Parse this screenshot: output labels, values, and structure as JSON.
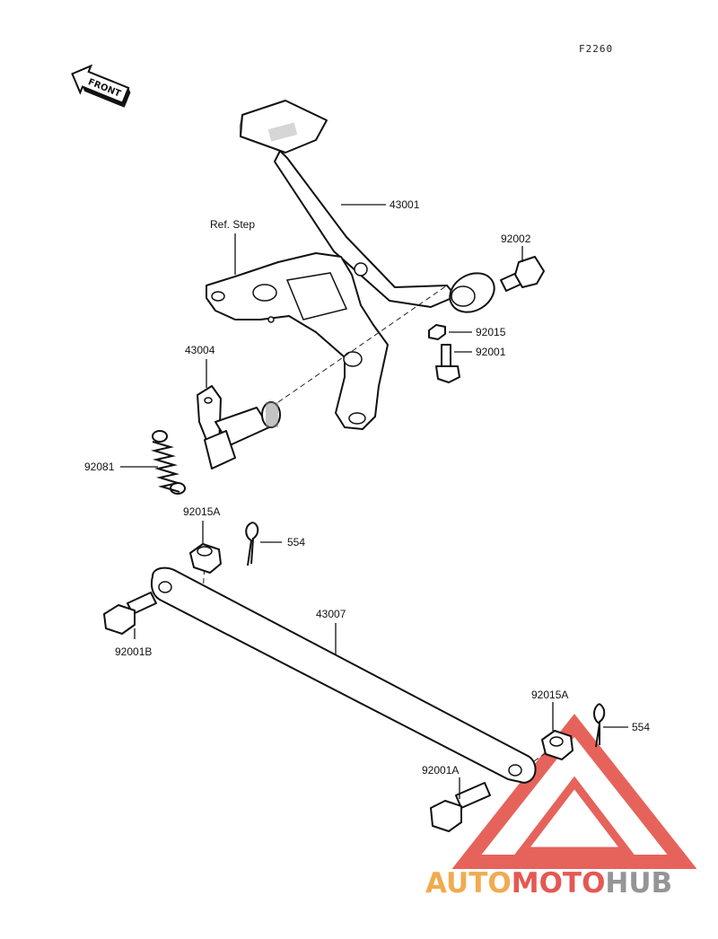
{
  "figure_code": "F2260",
  "front_badge": "FRONT",
  "labels": {
    "p43001": "43001",
    "ref_step": "Ref. Step",
    "p92002": "92002",
    "p92015": "92015",
    "p92001": "92001",
    "p43004": "43004",
    "p92081": "92081",
    "p92015a_top": "92015A",
    "p554_top": "554",
    "p43007": "43007",
    "p92001b": "92001B",
    "p92015a_bottom": "92015A",
    "p554_bottom": "554",
    "p92001a": "92001A"
  },
  "watermark": {
    "part1": "AUTO",
    "part2": "MOTO",
    "part3": "HUB",
    "color_orange": "#f0a23c",
    "color_red": "#e2483f",
    "color_gray": "#8a8a8a"
  }
}
